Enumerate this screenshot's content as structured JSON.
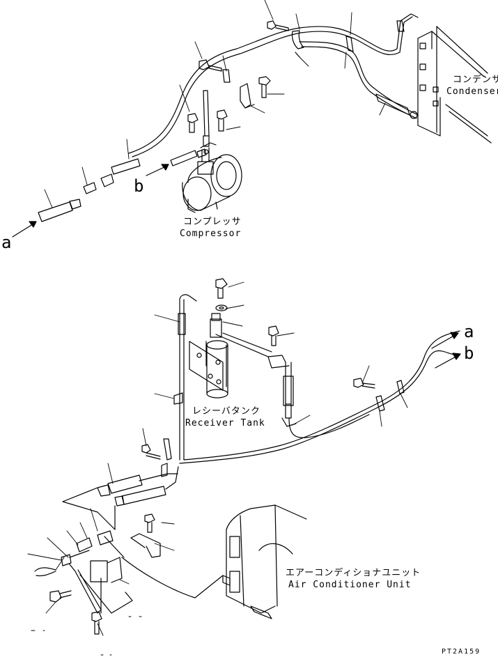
{
  "labels": {
    "condenser_jp": "コンデンサ",
    "condenser_en": "Condenser",
    "compressor_jp": "コンプレッサ",
    "compressor_en": "Compressor",
    "receiver_jp": "レシーバタンク",
    "receiver_en": "Receiver Tank",
    "ac_unit_jp": "エアーコンディショナユニット",
    "ac_unit_en": "Air Conditioner Unit",
    "arrow_a_top": "a",
    "arrow_b_top": "b",
    "arrow_a_bottom": "a",
    "arrow_b_bottom": "b",
    "drawing_code": "PT2A159"
  }
}
